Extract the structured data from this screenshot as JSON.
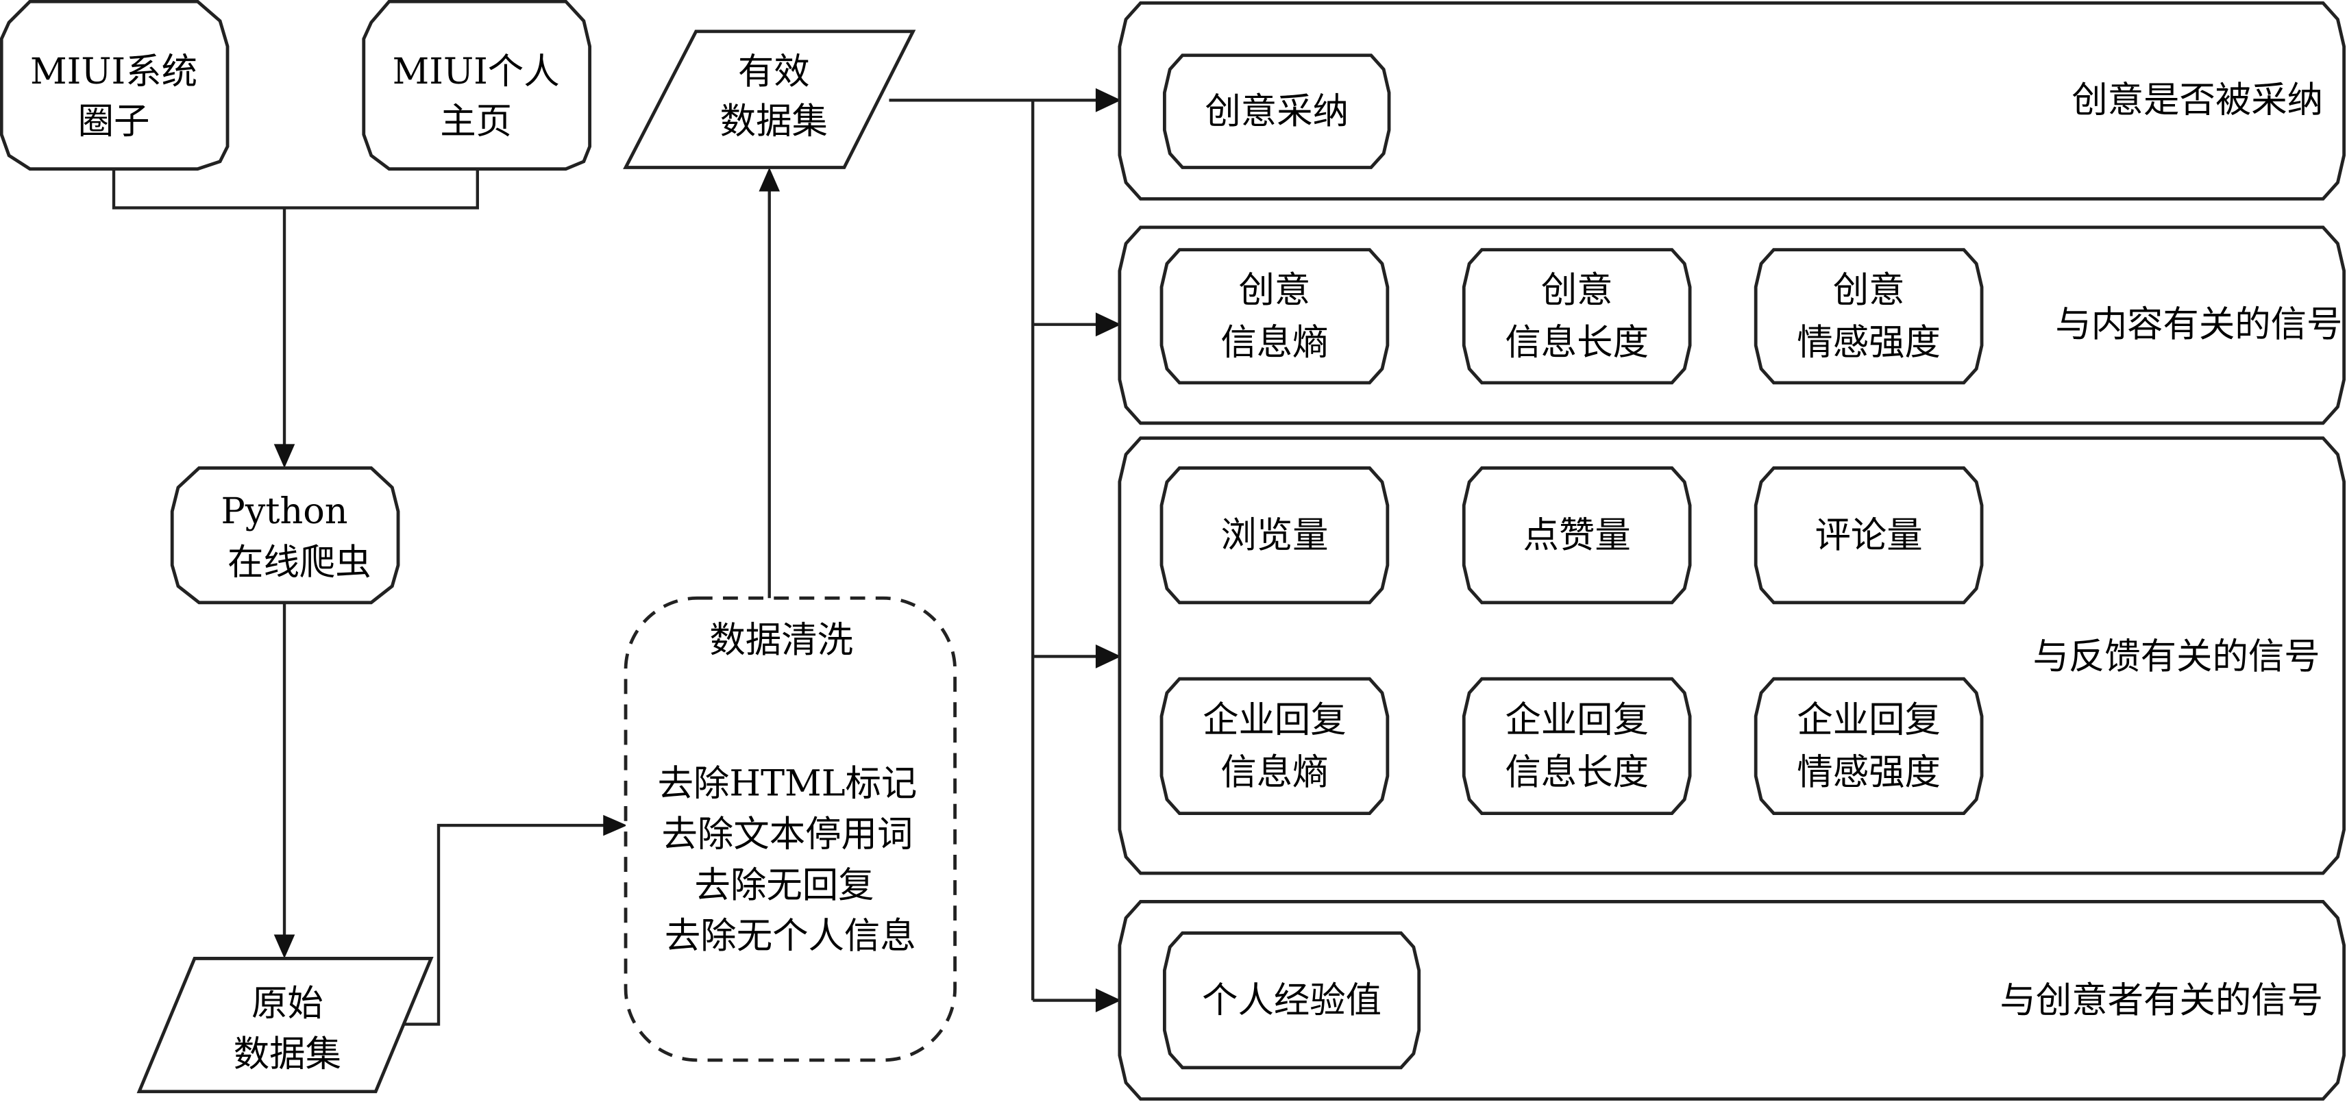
{
  "sources": {
    "miui_circle": [
      "MIUI系统",
      "圈子"
    ],
    "miui_home": [
      "MIUI个人",
      "主页"
    ]
  },
  "crawler": [
    "Python",
    "在线爬虫"
  ],
  "raw_dataset": [
    "原始",
    "数据集"
  ],
  "valid_dataset": [
    "有效",
    "数据集"
  ],
  "cleaning": {
    "title": "数据清洗",
    "steps": [
      "去除HTML标记",
      "去除文本停用词",
      "去除无回复",
      "去除无个人信息"
    ]
  },
  "groups": [
    {
      "label": "创意是否被采纳",
      "items": [
        [
          "创意采纳"
        ]
      ]
    },
    {
      "label": "与内容有关的信号",
      "items": [
        [
          "创意",
          "信息熵"
        ],
        [
          "创意",
          "信息长度"
        ],
        [
          "创意",
          "情感强度"
        ]
      ]
    },
    {
      "label": "与反馈有关的信号",
      "items": [
        [
          "浏览量"
        ],
        [
          "点赞量"
        ],
        [
          "评论量"
        ],
        [
          "企业回复",
          "信息熵"
        ],
        [
          "企业回复",
          "信息长度"
        ],
        [
          "企业回复",
          "情感强度"
        ]
      ]
    },
    {
      "label": "与创意者有关的信号",
      "items": [
        [
          "个人经验值"
        ]
      ]
    }
  ]
}
